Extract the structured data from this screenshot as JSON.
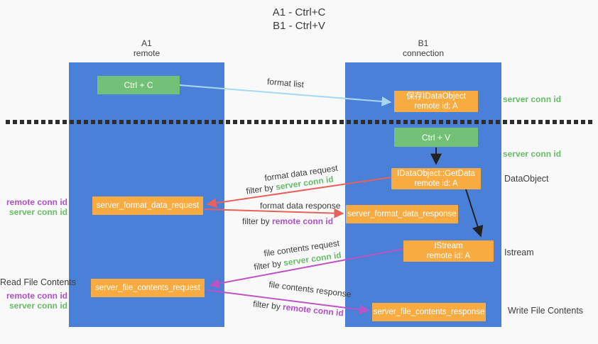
{
  "title": {
    "line1": "A1 - Ctrl+C",
    "line2": "B1 - Ctrl+V"
  },
  "lanes": {
    "a1": {
      "title": "A1",
      "subtitle": "remote"
    },
    "b1": {
      "title": "B1",
      "subtitle": "connection"
    }
  },
  "nodes": {
    "ctrl_c": {
      "label": "Ctrl + C"
    },
    "save_idataobject": {
      "line1": "保存IDataObject",
      "line2": "remote id: A"
    },
    "ctrl_v": {
      "label": "Ctrl + V"
    },
    "idataobject_getdata": {
      "line1": "IDataObject::GetData",
      "line2": "remote id: A"
    },
    "server_format_data_request": {
      "label": "server_format_data_request"
    },
    "server_format_data_response": {
      "label": "server_format_data_response"
    },
    "istream": {
      "line1": "IStream",
      "line2": "remote id: A"
    },
    "server_file_contents_request": {
      "label": "server_file_contents_request"
    },
    "server_file_contents_response": {
      "label": "server_file_contents_response"
    }
  },
  "flow_labels": {
    "format_list": "format list",
    "format_data_request": "format data request",
    "format_data_response": "format data response",
    "file_contents_request": "file contents request",
    "file_contents_response": "file contents response",
    "filter_by": "filter by",
    "server_conn_id": "server conn id",
    "remote_conn_id": "remote conn id"
  },
  "side_labels": {
    "left": {
      "format_row": {
        "remote_conn_id": "remote conn id",
        "server_conn_id": "server conn id"
      },
      "read_file_contents": "Read File Contents",
      "file_row": {
        "remote_conn_id": "remote conn id",
        "server_conn_id": "server conn id"
      }
    },
    "right": {
      "server_conn_id_top": "server conn id",
      "server_conn_id_mid": "server conn id",
      "dataobject": "DataObject",
      "istream": "Istream",
      "write_file_contents": "Write File Contents"
    }
  },
  "colors": {
    "lane_blue": "#4a80d8",
    "node_green": "#72c177",
    "node_orange": "#f8ab40",
    "arrow_light_blue": "#a8d7f2",
    "arrow_red": "#e8605c",
    "arrow_magenta": "#bb54c5",
    "arrow_black": "#222222",
    "text_green": "#67bd67",
    "text_purple": "#b050c8"
  }
}
